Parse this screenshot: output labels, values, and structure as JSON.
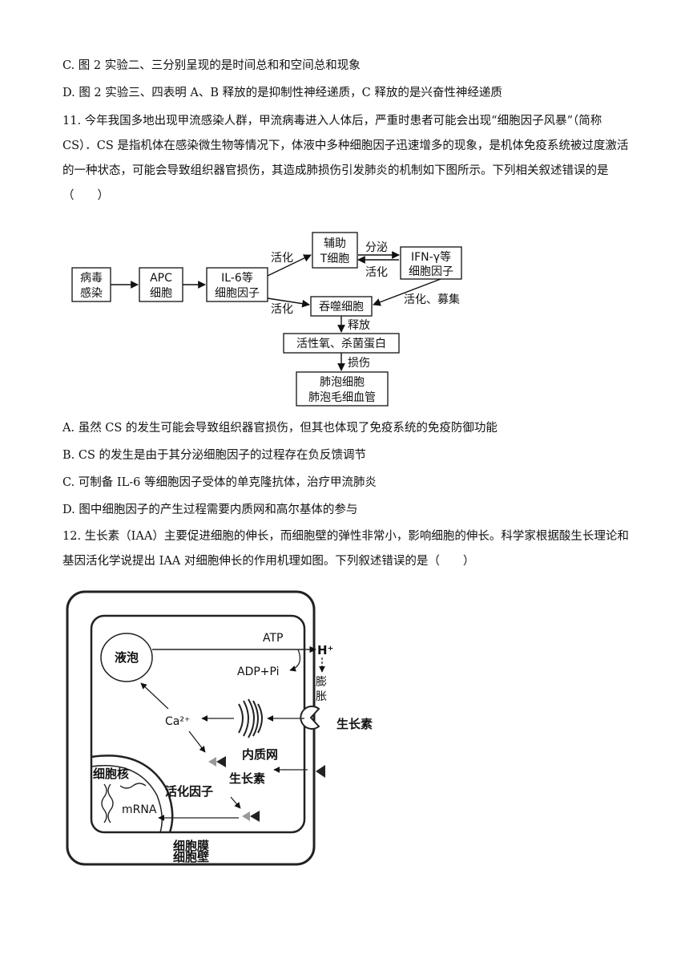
{
  "q10": {
    "option_c": "C. 图 2 实验二、三分别呈现的是时间总和和空间总和现象",
    "option_d": "D. 图 2 实验三、四表明 A、B 释放的是抑制性神经递质，C 释放的是兴奋性神经递质"
  },
  "q11": {
    "stem": "11. 今年我国多地出现甲流感染人群，甲流病毒进入人体后，严重时患者可能会出现“细胞因子风暴”（简称CS）．CS 是指机体在感染微生物等情况下，体液中多种细胞因子迅速增多的现象，是机体免疫系统被过度激活的一种状态，可能会导致组织器官损伤，其造成肺损伤引发肺炎的机制如下图所示。下列相关叙述错误的是（　　）",
    "diagram": {
      "virus": [
        "病毒",
        "感染"
      ],
      "apc": [
        "APC",
        "细胞"
      ],
      "il6": [
        "IL-6等",
        "细胞因子"
      ],
      "th": [
        "辅助",
        "T细胞"
      ],
      "ifn": [
        "IFN-γ等",
        "细胞因子"
      ],
      "macrophage": "吞噬细胞",
      "ros": "活性氧、杀菌蛋白",
      "lung": [
        "肺泡细胞",
        "肺泡毛细血管"
      ],
      "activate_1": "活化",
      "activate_2": "活化",
      "activate_3": "活化",
      "secrete": "分泌",
      "activate_recruit": "活化、募集",
      "release": "释放",
      "damage": "损伤"
    },
    "options": [
      "A. 虽然 CS 的发生可能会导致组织器官损伤，但其也体现了免疫系统的免疫防御功能",
      "B. CS 的发生是由于其分泌细胞因子的过程存在负反馈调节",
      "C. 可制备 IL-6 等细胞因子受体的单克隆抗体，治疗甲流肺炎",
      "D. 图中细胞因子的产生过程需要内质网和高尔基体的参与"
    ]
  },
  "q12": {
    "stem": "12. 生长素（IAA）主要促进细胞的伸长，而细胞壁的弹性非常小，影响细胞的伸长。科学家根据酸生长理论和基因活化学说提出 IAA 对细胞伸长的作用机理如图。下列叙述错误的是（　　）",
    "diagram": {
      "vacuole": "液泡",
      "atp": "ATP",
      "h_plus": "H⁺",
      "adp": "ADP+Pi",
      "swell": [
        "膨",
        "胀"
      ],
      "ca": "Ca²⁺",
      "er": "内质网",
      "auxin_outer": "生长素",
      "auxin_inner": "生长素",
      "nucleus": "细胞核",
      "activator": "活化因子",
      "mrna": "mRNA",
      "membrane": "细胞膜",
      "wall": "细胞壁"
    }
  }
}
